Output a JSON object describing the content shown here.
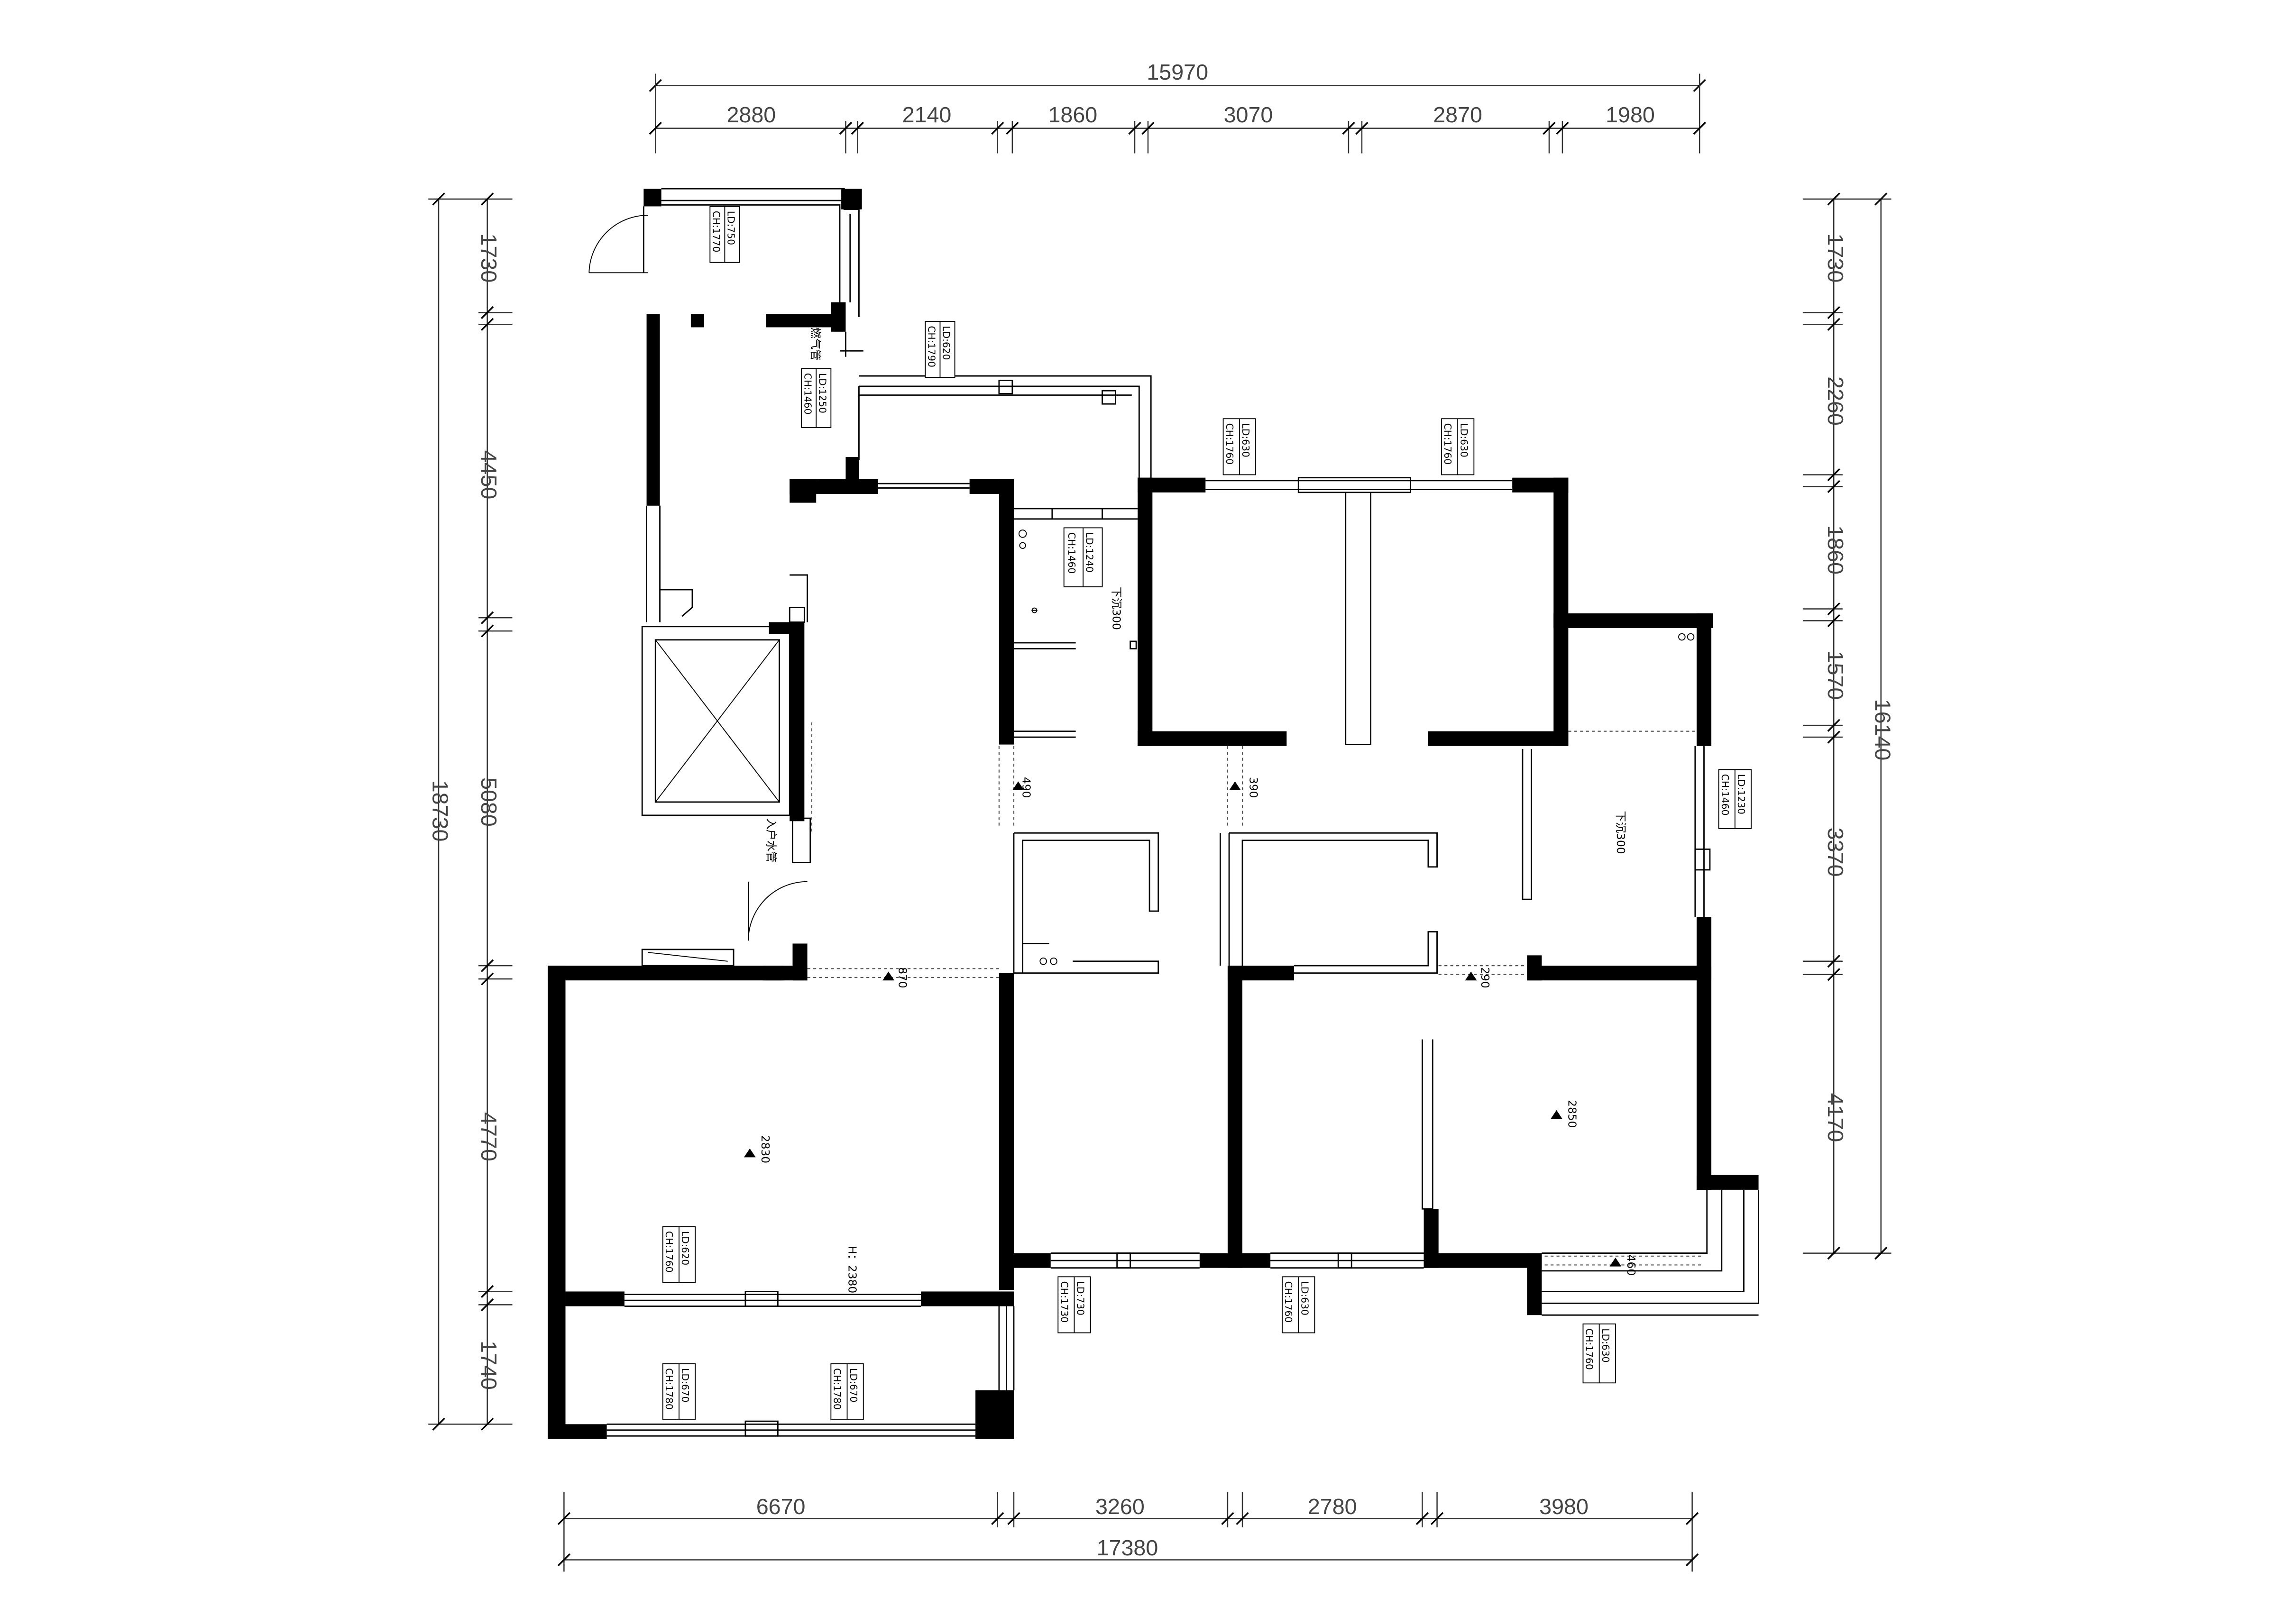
{
  "dimensions": {
    "top_total": "15970",
    "top_segments": [
      "2880",
      "2140",
      "1860",
      "3070",
      "2870",
      "1980"
    ],
    "bottom_total": "17380",
    "bottom_segments": [
      "6670",
      "3260",
      "2780",
      "3980"
    ],
    "left_total": "18730",
    "left_segments": [
      "1730",
      "4450",
      "5080",
      "4770",
      "1740"
    ],
    "right_total": "16140",
    "right_segments": [
      "1730",
      "2260",
      "1860",
      "1570",
      "3370",
      "4170"
    ]
  },
  "window_tags": [
    {
      "ld": "LD:750",
      "ch": "CH:1770"
    },
    {
      "ld": "LD:620",
      "ch": "CH:1790"
    },
    {
      "ld": "LD:1250",
      "ch": "CH:1460"
    },
    {
      "ld": "LD:1240",
      "ch": "CH:1460"
    },
    {
      "ld": "LD:630",
      "ch": "CH:1760"
    },
    {
      "ld": "LD:630",
      "ch": "CH:1760"
    },
    {
      "ld": "LD:1230",
      "ch": "CH:1460"
    },
    {
      "ld": "LD:620",
      "ch": "CH:1760"
    },
    {
      "ld": "LD:670",
      "ch": "CH:1780"
    },
    {
      "ld": "LD:670",
      "ch": "CH:1780"
    },
    {
      "ld": "LD:730",
      "ch": "CH:1730"
    },
    {
      "ld": "LD:630",
      "ch": "CH:1760"
    },
    {
      "ld": "LD:630",
      "ch": "CH:1760"
    }
  ],
  "annotations": {
    "gas_pipe": "燃气管",
    "water_pipe": "入户水管",
    "drop_ceiling_1": "下沉300",
    "drop_ceiling_2": "下沉300",
    "ceiling_height": "H：2380",
    "level_490": "490",
    "level_390": "390",
    "level_870": "870",
    "level_290": "290",
    "level_2830": "2830",
    "level_2850": "2850",
    "level_460": "460"
  }
}
